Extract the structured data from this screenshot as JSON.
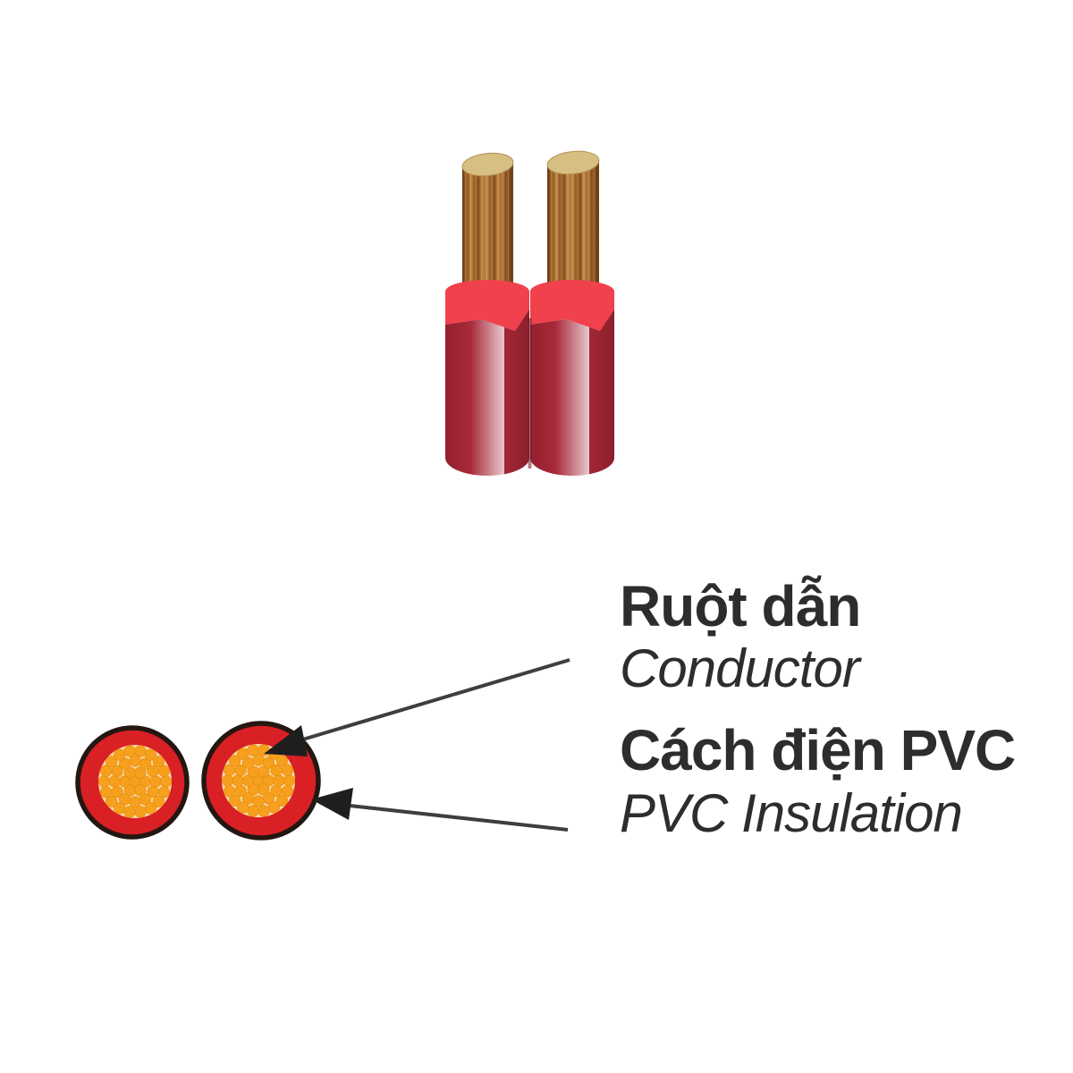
{
  "page": {
    "background": "#ffffff",
    "description_vi": "Mặt cắt dây điện đôi ruột đồng cách điện PVC màu đỏ",
    "description_en": "Twin red PVC insulated copper cable illustration"
  },
  "photo": {
    "name": "twin-red-cable-3d-view",
    "colors": {
      "copper_dark": "#7E4518",
      "copper_mid": "#A8652D",
      "copper_light": "#C98E4F",
      "copper_top_face": "#D7BE82",
      "insulation_body": "#A02736",
      "insulation_body_dark": "#8C1F2B",
      "insulation_top_face": "#F0414D"
    }
  },
  "diagram": {
    "name": "cable-cross-section",
    "colors": {
      "insulation_fill": "#D92025",
      "outline": "#241712",
      "strand_fill": "#F6A01E",
      "strand_background": "#FBDCA2",
      "leader_line": "#3E3E3E",
      "arrowhead": "#1E1E1E",
      "label_text": "#2D2D2D"
    },
    "labels": [
      {
        "id": "conductor",
        "vi": "Ruột dẫn",
        "en": "Conductor"
      },
      {
        "id": "pvc-insulation",
        "vi": "Cách điện PVC",
        "en": "PVC Insulation"
      }
    ]
  }
}
